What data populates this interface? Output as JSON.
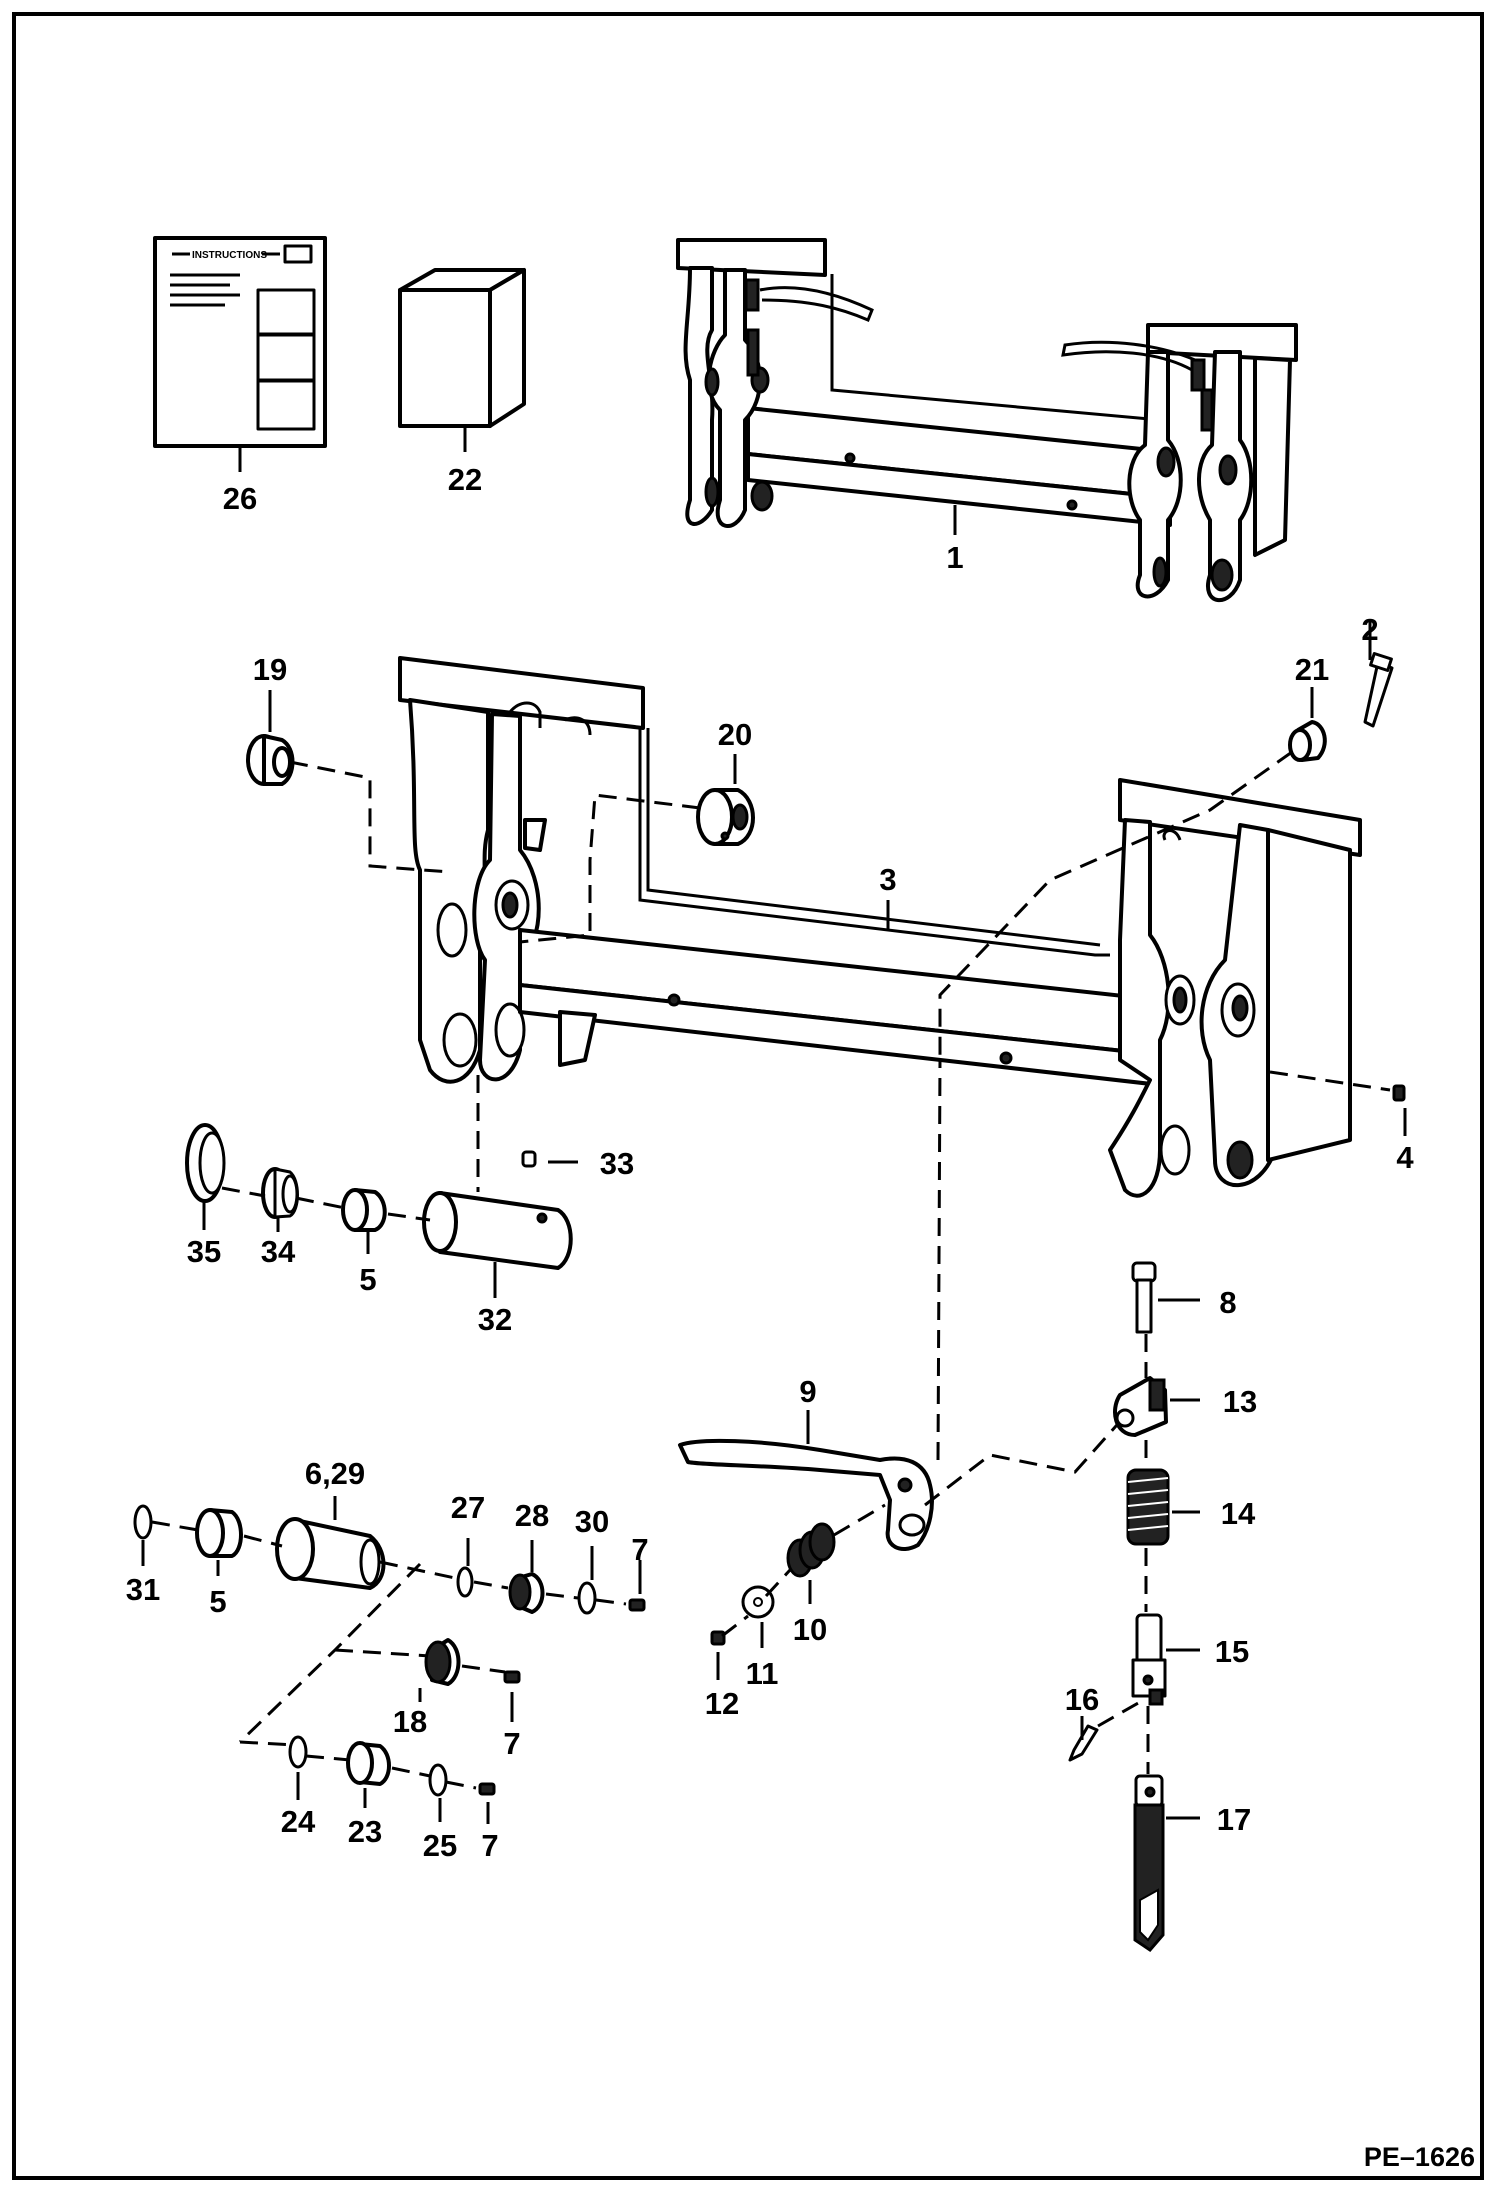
{
  "diagram": {
    "reference_code": "PE–1626",
    "instruction_sheet_heading": "INSTRUCTIONS",
    "callouts": {
      "p1": "1",
      "p2": "2",
      "p3": "3",
      "p4": "4",
      "p5a": "5",
      "p5b": "5",
      "p6_29": "6,29",
      "p7a": "7",
      "p7b": "7",
      "p7c": "7",
      "p8": "8",
      "p9": "9",
      "p10": "10",
      "p11": "11",
      "p12": "12",
      "p13": "13",
      "p14": "14",
      "p15": "15",
      "p16": "16",
      "p17": "17",
      "p18": "18",
      "p19": "19",
      "p20": "20",
      "p21": "21",
      "p22": "22",
      "p23": "23",
      "p24": "24",
      "p25": "25",
      "p26": "26",
      "p27": "27",
      "p28": "28",
      "p30": "30",
      "p31": "31",
      "p32": "32",
      "p33": "33",
      "p34": "34",
      "p35": "35"
    }
  }
}
